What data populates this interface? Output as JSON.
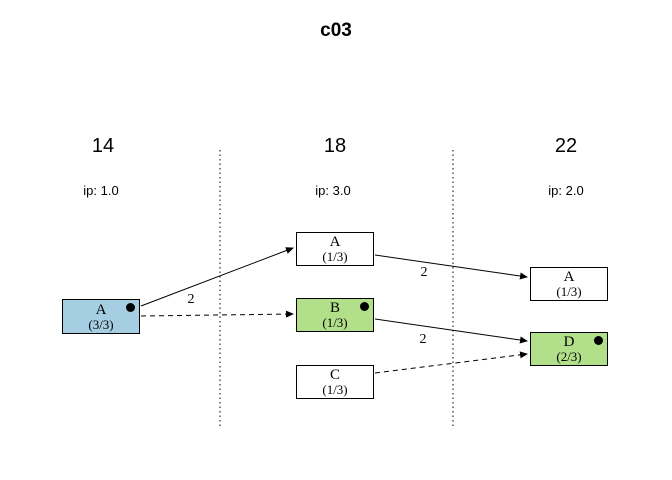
{
  "title": "c03",
  "columns": [
    {
      "time": "14",
      "ip": "ip: 1.0"
    },
    {
      "time": "18",
      "ip": "ip: 3.0"
    },
    {
      "time": "22",
      "ip": "ip: 2.0"
    }
  ],
  "nodes": [
    {
      "id": "t14-A",
      "label": "A",
      "count": "(3/3)",
      "fill": "#A6CEE3",
      "marked": true
    },
    {
      "id": "t18-A",
      "label": "A",
      "count": "(1/3)",
      "fill": "#FFFFFF",
      "marked": false
    },
    {
      "id": "t18-B",
      "label": "B",
      "count": "(1/3)",
      "fill": "#B2DF8A",
      "marked": true
    },
    {
      "id": "t18-C",
      "label": "C",
      "count": "(1/3)",
      "fill": "#FFFFFF",
      "marked": false
    },
    {
      "id": "t22-A",
      "label": "A",
      "count": "(1/3)",
      "fill": "#FFFFFF",
      "marked": false
    },
    {
      "id": "t22-D",
      "label": "D",
      "count": "(2/3)",
      "fill": "#B2DF8A",
      "marked": true
    }
  ],
  "edges": [
    {
      "from": "t14-A",
      "to": "t18-A",
      "style": "solid",
      "label": "2"
    },
    {
      "from": "t14-A",
      "to": "t18-B",
      "style": "dashed",
      "label": ""
    },
    {
      "from": "t18-A",
      "to": "t22-A",
      "style": "solid",
      "label": "2"
    },
    {
      "from": "t18-B",
      "to": "t22-D",
      "style": "solid",
      "label": "2"
    },
    {
      "from": "t18-C",
      "to": "t22-D",
      "style": "dashed",
      "label": ""
    }
  ],
  "colors": {
    "node_blue": "#A6CEE3",
    "node_green": "#B2DF8A",
    "line": "#000000",
    "background": "#FFFFFF"
  },
  "icons": {
    "marked_dot": "filled-circle"
  }
}
